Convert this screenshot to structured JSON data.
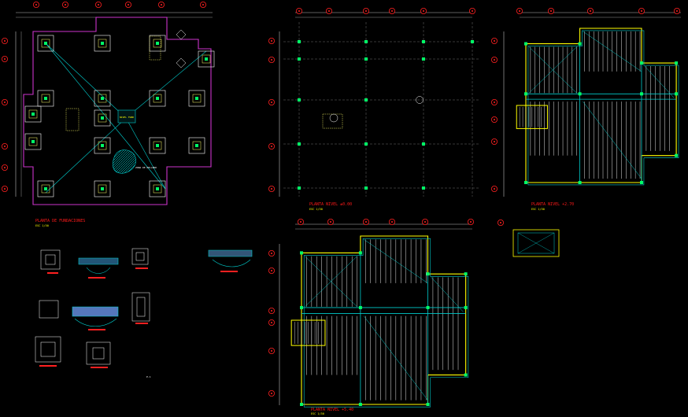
{
  "drawing": {
    "background": "#000000",
    "colors": {
      "grid_axis": "#ff2020",
      "dimension": "#dddddd",
      "wall": "#ffffff",
      "foundation_outline": "#cc33cc",
      "diagonal": "#00cccc",
      "column": "#00ff66",
      "slab_border": "#ffff00",
      "joist": "#ffffff",
      "title": "#ff1a1a",
      "subtitle": "#ffff00"
    }
  },
  "titles": {
    "foundation_plan": "PLANTA DE FUNDACIONES",
    "level_000": "PLANTA NIVEL ±0.00",
    "level_270": "PLANTA NIVEL +2.70",
    "level_540": "PLANTA NIVEL +5.40",
    "scale": "ESC 1/50"
  },
  "annotations": {
    "center_box": "NIVEL FUND",
    "hatch_note": "ZONA DE RELLENO",
    "detail_label": "P-1"
  }
}
